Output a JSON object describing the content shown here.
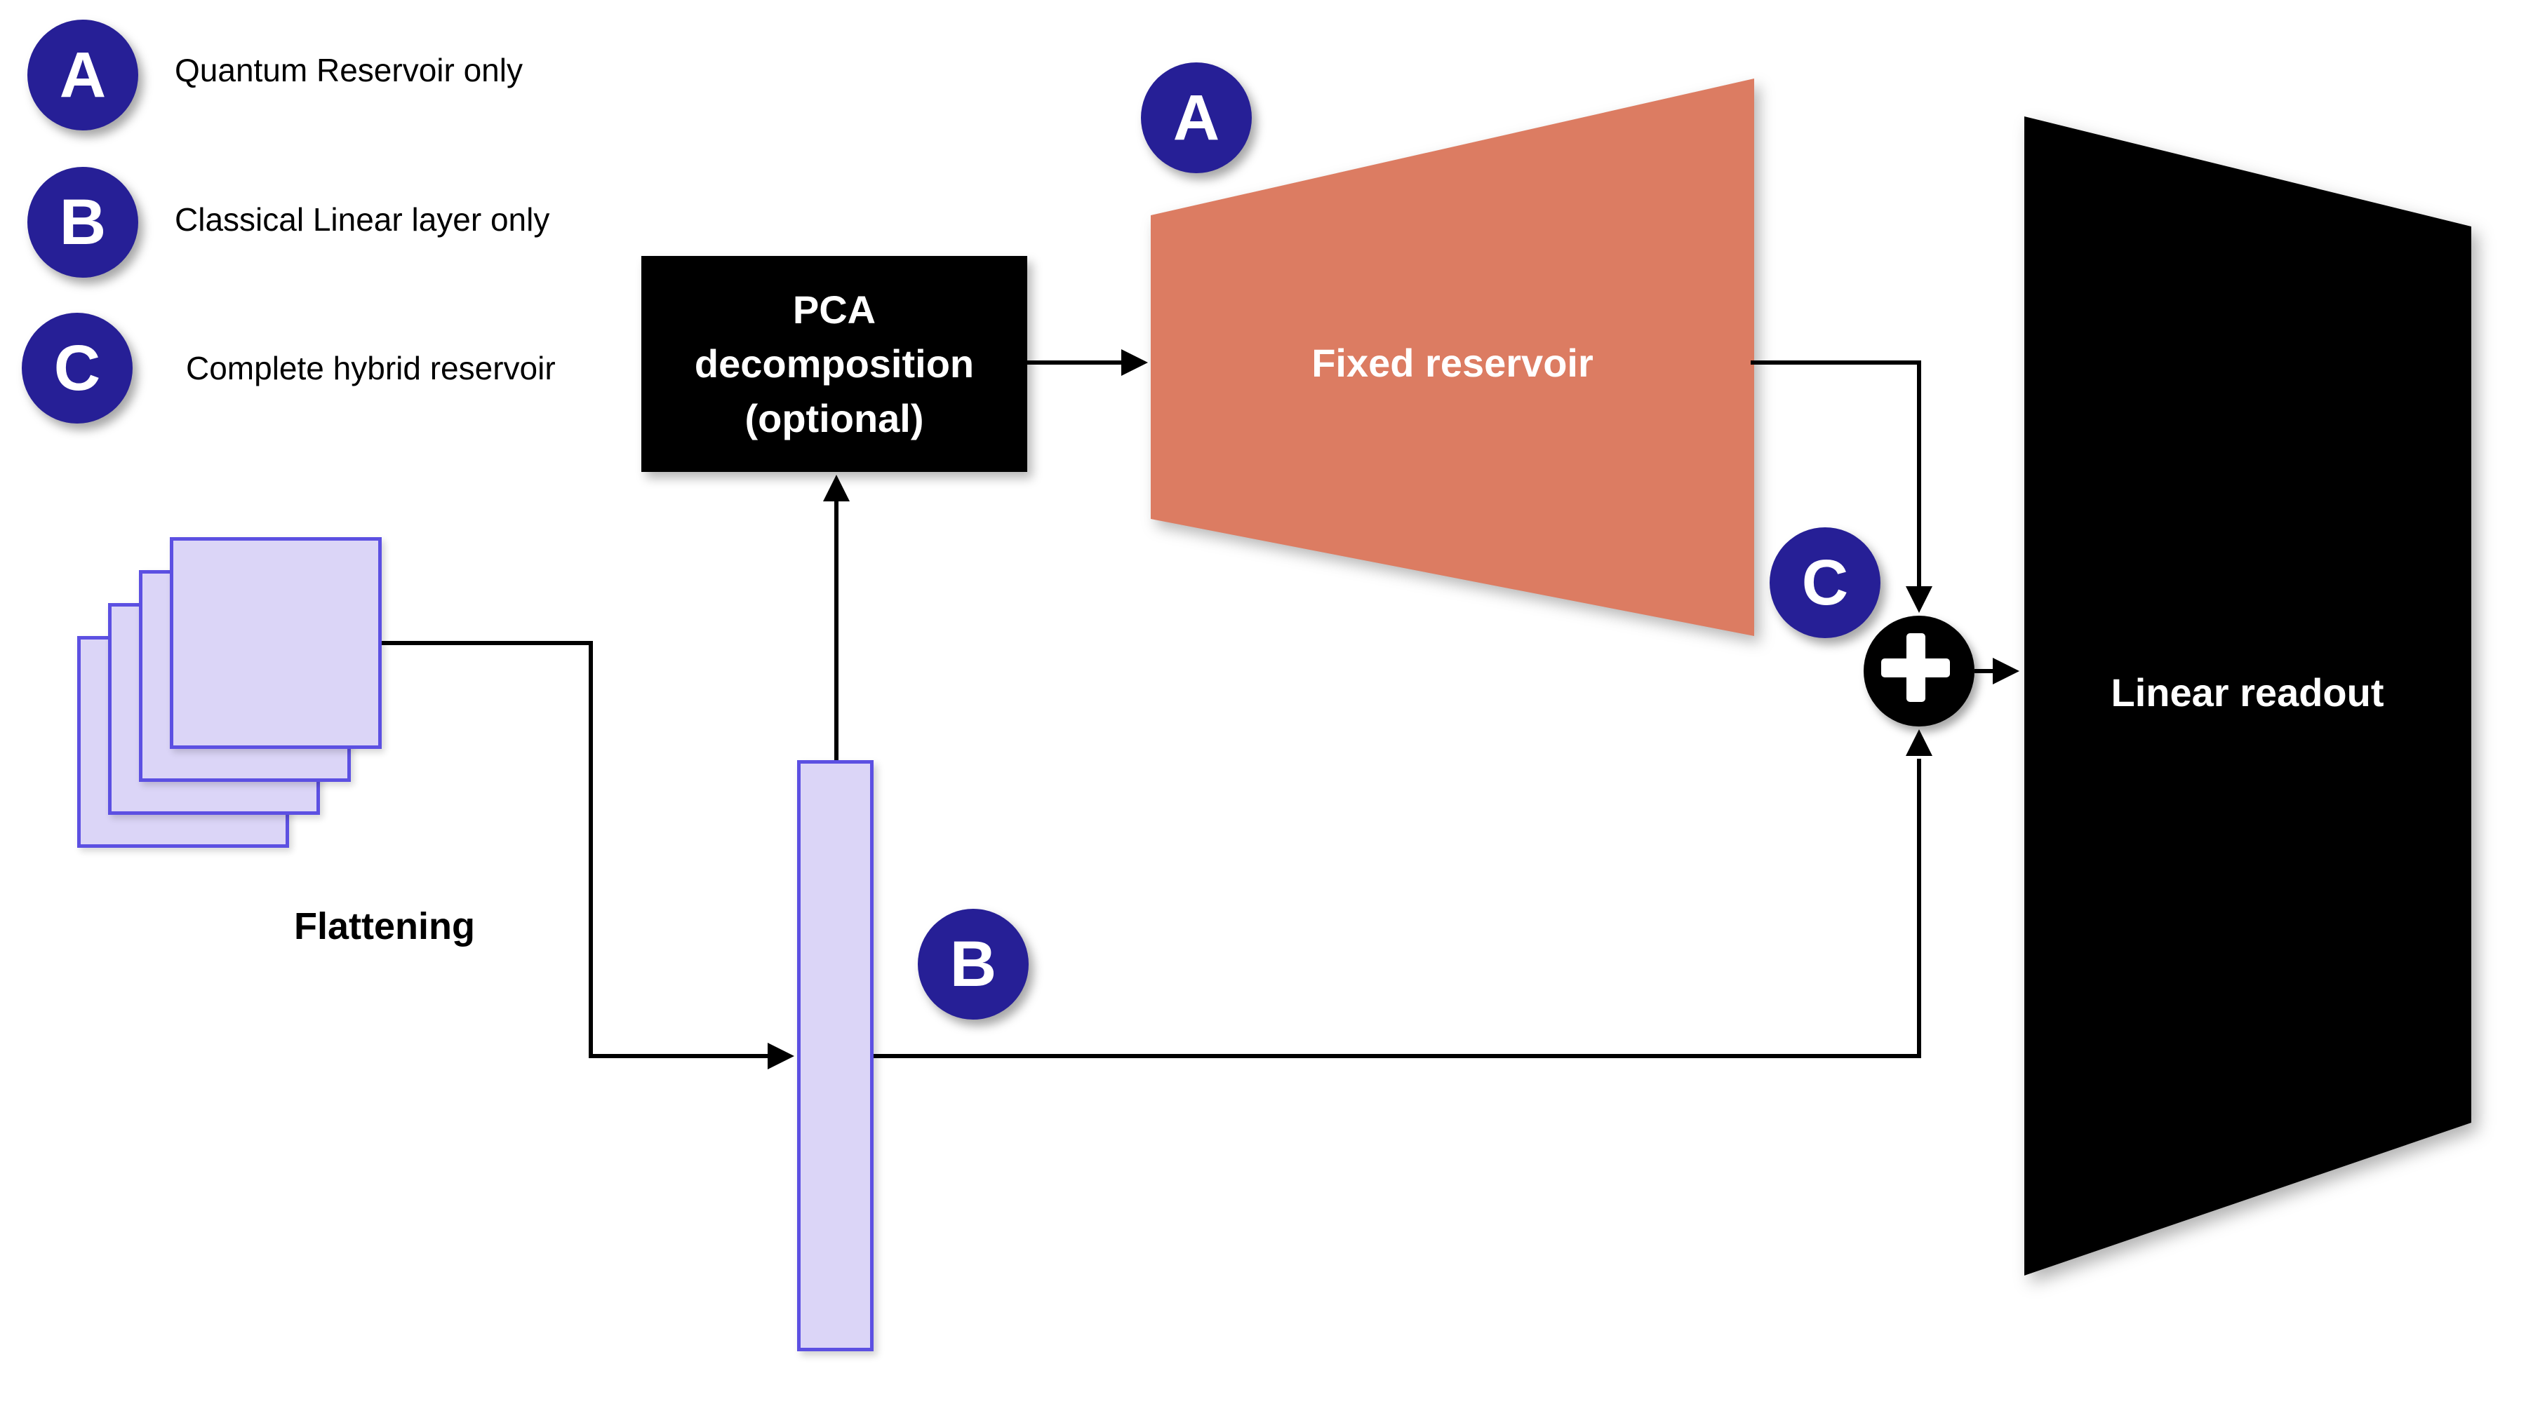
{
  "colors": {
    "navy": "#261F96",
    "salmon": "#DC7C62",
    "lavender_fill": "#DBD5F7",
    "lavender_border": "#5C50E2",
    "black": "#000000",
    "white": "#FFFFFF"
  },
  "legend": {
    "items": [
      {
        "letter": "A",
        "label": "Quantum Reservoir only"
      },
      {
        "letter": "B",
        "label": "Classical Linear layer only"
      },
      {
        "letter": "C",
        "label": "Complete hybrid reservoir"
      }
    ]
  },
  "badges": {
    "a": "A",
    "b": "B",
    "c": "C"
  },
  "input_stack": {
    "label": "Flattening"
  },
  "pca": {
    "lines": [
      "PCA",
      "decomposition",
      "(optional)"
    ]
  },
  "reservoir": {
    "label": "Fixed reservoir"
  },
  "sum": {
    "symbol": "+"
  },
  "readout": {
    "label": "Linear readout"
  }
}
